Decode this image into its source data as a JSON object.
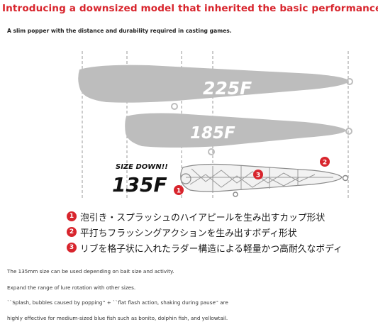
{
  "header": {
    "headline": "Introducing a downsized model that inherited the basic performance!",
    "subline": "A slim popper with the distance and durability required in casting games."
  },
  "figure": {
    "models": [
      {
        "label": "225F"
      },
      {
        "label": "185F"
      },
      {
        "label": "135F",
        "caption": "SIZE DOWN!!"
      }
    ],
    "markers": [
      "1",
      "2",
      "3"
    ]
  },
  "features": [
    {
      "number": "1",
      "text": "泡引き・スプラッシュのハイアピールを生み出すカップ形状"
    },
    {
      "number": "2",
      "text": "平打ちフラッシングアクションを生み出すボディ形状"
    },
    {
      "number": "3",
      "text": "リブを格子状に入れたラダー構造による軽量かつ高耐久なボディ"
    }
  ],
  "description": [
    "The 135mm size can be used depending on bait size and activity.",
    "Expand the range of lure rotation with other sizes.",
    "``Splash, bubbles caused by popping'' + ``flat flash action, shaking during pause'' are",
    "highly effective for medium-sized blue fish such as bonito, dolphin fish, and yellowtail."
  ],
  "colors": {
    "accent": "#d8252d",
    "lure_gray": "#bdbdbd"
  }
}
